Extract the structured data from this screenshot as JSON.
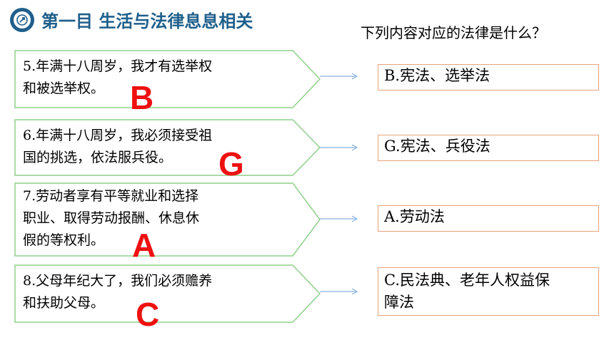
{
  "header": {
    "title": "第一目 生活与法律息息相关",
    "icon": "compass-icon",
    "color": "#1f5f8b"
  },
  "question": "下列内容对应的法律是什么？",
  "items": [
    {
      "text": "5.年满十八周岁，我才有选举权\n和被选举权。",
      "answer": "B",
      "law": "B.宪法、选举法"
    },
    {
      "text": "6.年满十八周岁，我必须接受祖\n国的挑选，依法服兵役。",
      "answer": "G",
      "law": "G.宪法、兵役法"
    },
    {
      "text": "7.劳动者享有平等就业和选择\n职业、取得劳动报酬、休息休\n假的等权利。",
      "answer": "A",
      "law": "A.劳动法"
    },
    {
      "text": "8.父母年纪大了，我们必须赡养\n和扶助父母。",
      "answer": "C",
      "law": "C.民法典、老年人权益保\n障法"
    }
  ],
  "colors": {
    "shape_border": "#8fd08a",
    "answer_letter": "#ee1111",
    "box_border": "#e8a27a",
    "arrow": "#6a9ed8"
  }
}
